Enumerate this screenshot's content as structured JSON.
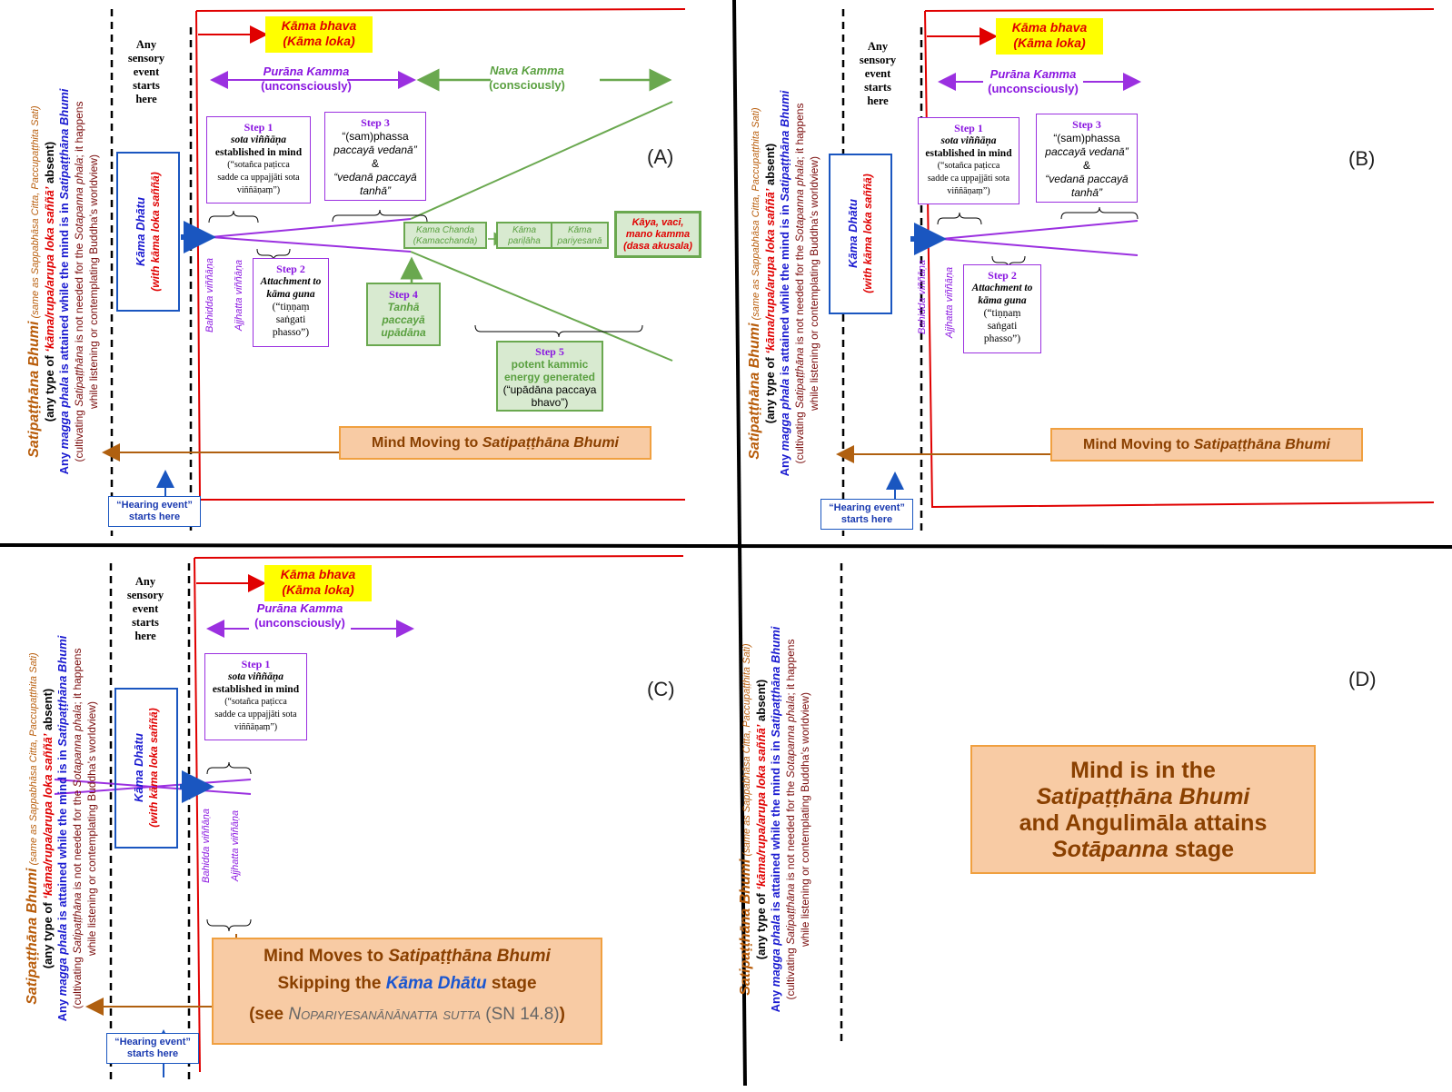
{
  "panel_labels": {
    "a": "(A)",
    "b": "(B)",
    "c": "(C)",
    "d": "(D)"
  },
  "left_text": {
    "line1_main": "Satipaṭṭhāna Bhumi",
    "line1_paren": " (same as Sappabhāsa Citta, Paccupaṭṭhita Sati)",
    "line2_pre": "(any type of ",
    "line2_red": "‘kāma/rupa/arupa loka saññā’",
    "line2_post": " absent)",
    "line3_a": "Any ",
    "line3_b": "magga phala",
    "line3_c": " is attained while the mind is in ",
    "line3_d": "Satipaṭṭhāna Bhumi",
    "line4_a": "(cultivating ",
    "line4_b": "Satipaṭṭhāna",
    "line4_c": " is not needed for the ",
    "line4_d": "Sotapanna phala",
    "line4_e": "; it happens",
    "line5": "while listening or contemplating Buddha’s worldview)"
  },
  "common": {
    "sensory": [
      "Any",
      "sensory",
      "event",
      "starts",
      "here"
    ],
    "kama_bhava": "Kāma bhava",
    "kama_loka": "(Kāma loka)",
    "purana": "Purāna Kamma",
    "unconsciously": "(unconsciously)",
    "kama_dhatu": "Kāma Dhātu",
    "kama_dhatu_sub": "(with kāma loka saññā)",
    "hearing_1": "“Hearing event”",
    "hearing_2": "starts here",
    "bahidda": "Bahidda viññāṇa",
    "ajjhatta": "Ajjhatta viññāṇa"
  },
  "step1": {
    "head": "Step 1",
    "l1": "sota viññāṇa",
    "l2": "established in mind",
    "l3": "(“sotañca paṭicca",
    "l4": "sadde ca uppajjāti sota",
    "l5": "viññāṇaṃ”)"
  },
  "step2": {
    "head": "Step 2",
    "l1": "Attachment to",
    "l2": "kāma guna",
    "l3": "(“tiṇṇaṃ",
    "l4": "saṅgati",
    "l5": "phasso”)"
  },
  "step3": {
    "head": "Step 3",
    "l1": "“(sam)phassa",
    "l2": "paccayā vedanā”",
    "l3": "&",
    "l4": "“vedanā paccayā",
    "l5": "tanhā”"
  },
  "step4": {
    "head": "Step 4",
    "l1": "Tanhā",
    "l2": "paccayā",
    "l3": "upādāna"
  },
  "step5": {
    "head": "Step 5",
    "l1": "potent kammic",
    "l2": "energy generated",
    "l3": "(“upādāna paccaya",
    "l4": "bhavo”)"
  },
  "nava": {
    "title": "Nava Kamma",
    "sub": "(consciously)"
  },
  "chain": {
    "c1a": "Kama Chanda",
    "c1b": "(Kamacchanda)",
    "c2a": "Kāma",
    "c2b": "pariḷāha",
    "c3a": "Kāma",
    "c3b": "pariyesanā",
    "c4a": "Kāya, vaci,",
    "c4b": "mano kamma",
    "c4c": "(dasa akusala)"
  },
  "moving": {
    "pre": "Mind Moving to ",
    "it": "Satipaṭṭhāna Bhumi"
  },
  "c_box": {
    "l1_pre": "Mind Moves to ",
    "l1_it": "Satipaṭṭhāna Bhumi",
    "l2_pre": "Skipping the ",
    "l2_blue": "Kāma Dhātu",
    "l2_post": " stage",
    "l3_pre": "(see ",
    "l3_sc": "Nopariyesanānānatta sutta",
    "l3_mid": " (SN 14.8)",
    "l3_post": ")"
  },
  "d_box": {
    "l1": "Mind is in the",
    "l2": "Satipaṭṭhāna Bhumi",
    "l3": "and Angulimāla attains",
    "l4_it": "Sotāpanna",
    "l4_post": " stage"
  }
}
